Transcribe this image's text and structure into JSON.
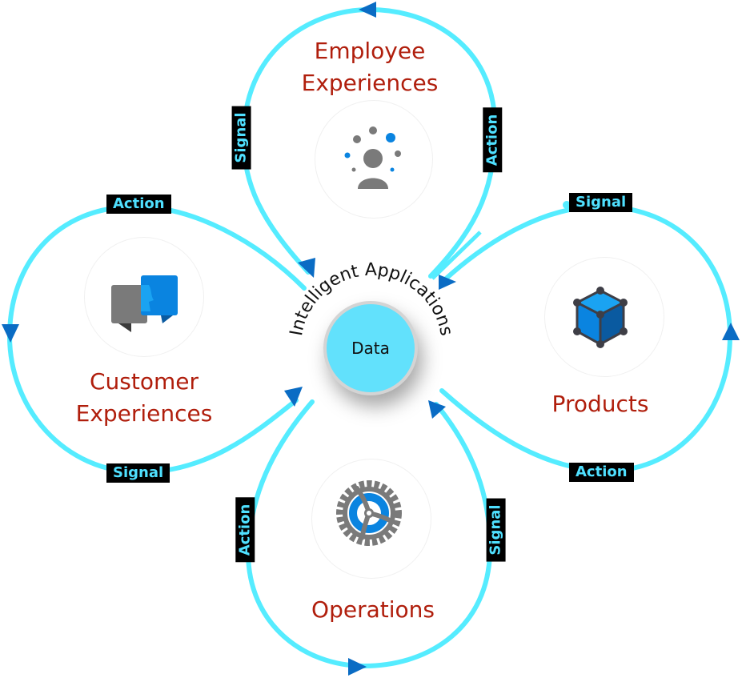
{
  "diagram": {
    "center": {
      "ring_label": "Intelligent Applications",
      "core_label": "Data"
    },
    "quadrants": {
      "employee": {
        "title_line1": "Employee",
        "title_line2": "Experiences",
        "icon": "person-network-icon"
      },
      "customer": {
        "title_line1": "Customer",
        "title_line2": "Experiences",
        "icon": "chat-bubbles-icon"
      },
      "products": {
        "title": "Products",
        "icon": "cube-icon"
      },
      "operations": {
        "title": "Operations",
        "icon": "gear-icon"
      }
    },
    "badges": {
      "employee_left": "Signal",
      "employee_right": "Action",
      "customer_top": "Action",
      "customer_bottom": "Signal",
      "products_top": "Signal",
      "products_bottom": "Action",
      "operations_left": "Action",
      "operations_right": "Signal"
    },
    "colors": {
      "loop": "#55ecff",
      "arrow": "#0a6cc4",
      "title": "#b01e0c",
      "badge_bg": "#000000",
      "badge_text": "#4fe0ff",
      "core": "#62e1fc"
    }
  }
}
